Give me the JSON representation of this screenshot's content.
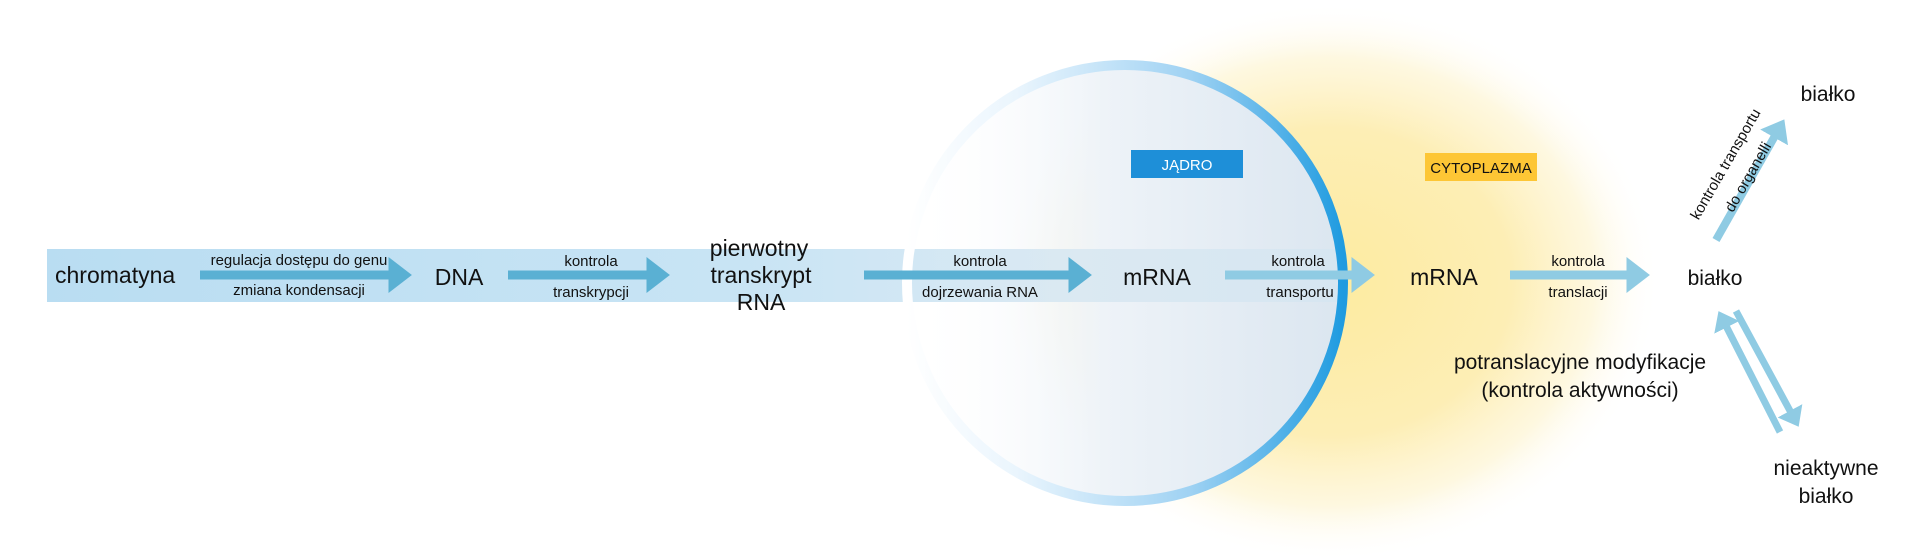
{
  "colors": {
    "band": "#b6dcf1",
    "arrow_dark": "#5ab0d3",
    "arrow_light": "#8fcbe3",
    "nucleus_ring": "#2a9fe0",
    "nucleus_badge": "#1e8fd8",
    "cytoplasm_glow": "#fdeeb0",
    "cytoplasm_badge": "#fdc635"
  },
  "nucleus_label": "JĄDRO",
  "cytoplasm_label": "CYTOPLAZMA",
  "nodes": {
    "chromatyna": "chromatyna",
    "dna": "DNA",
    "primary_line1": "pierwotny",
    "primary_line2": "transkrypt",
    "primary_line3": "RNA",
    "mrna_nucleus": "mRNA",
    "mrna_cytoplasm": "mRNA",
    "bialko_center": "białko",
    "bialko_top": "białko",
    "inactive_line1": "nieaktywne",
    "inactive_line2": "białko"
  },
  "steps": {
    "access_top": "regulacja dostępu do genu",
    "access_bottom": "zmiana kondensacji",
    "transcription_top": "kontrola",
    "transcription_bottom": "transkrypcji",
    "maturation_top": "kontrola",
    "maturation_bottom": "dojrzewania RNA",
    "transport_top": "kontrola",
    "transport_bottom": "transportu",
    "translation_top": "kontrola",
    "translation_bottom": "translacji",
    "organelle_line1": "kontrola transportu",
    "organelle_line2": "do organelli",
    "ptm_line1": "potranslacyjne modyfikacje",
    "ptm_line2": "(kontrola aktywności)"
  }
}
